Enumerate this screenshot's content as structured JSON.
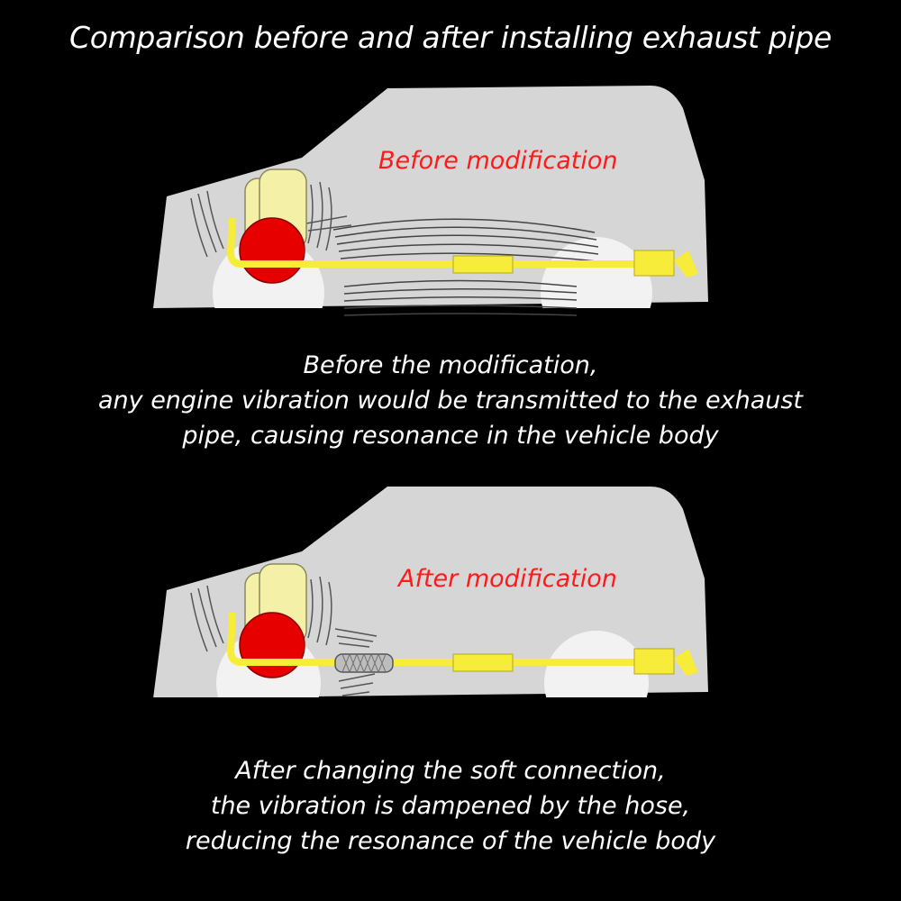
{
  "title": "Comparison before and after installing exhaust pipe",
  "colors": {
    "background": "#000000",
    "car_body": "#d6d6d6",
    "wheel": "#f2f2f2",
    "engine_cylinder": "#f5f0a8",
    "engine_flywheel": "#e60000",
    "exhaust_pipe": "#f7ec3a",
    "label_red": "#ff1a1a",
    "caption_text": "#ffffff"
  },
  "before": {
    "label": "Before modification",
    "caption_lines": [
      "Before the modification,",
      "any engine vibration would be transmitted to the exhaust",
      "pipe, causing resonance in the vehicle body"
    ]
  },
  "after": {
    "label": "After modification",
    "caption_lines": [
      "After changing the soft connection,",
      "the vibration is dampened by the hose,",
      "reducing the resonance of the vehicle body"
    ]
  }
}
